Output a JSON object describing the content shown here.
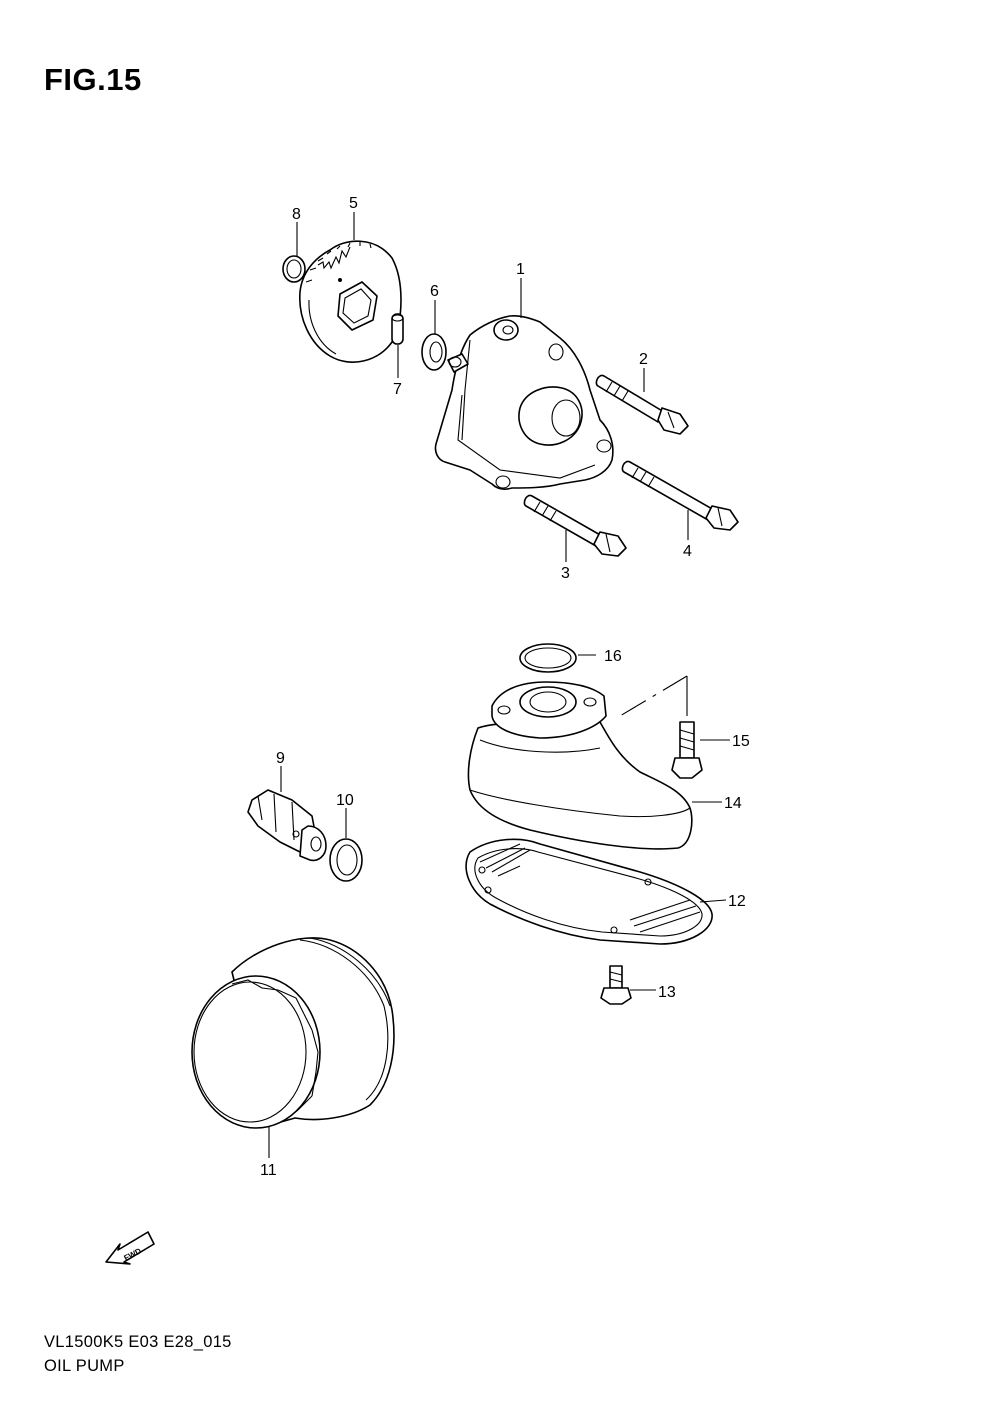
{
  "figure": {
    "title": "FIG.15"
  },
  "callouts": [
    {
      "id": "1",
      "text": "1"
    },
    {
      "id": "2",
      "text": "2"
    },
    {
      "id": "3",
      "text": "3"
    },
    {
      "id": "4",
      "text": "4"
    },
    {
      "id": "5",
      "text": "5"
    },
    {
      "id": "6",
      "text": "6"
    },
    {
      "id": "7",
      "text": "7"
    },
    {
      "id": "8",
      "text": "8"
    },
    {
      "id": "9",
      "text": "9"
    },
    {
      "id": "10",
      "text": "10"
    },
    {
      "id": "11",
      "text": "11"
    },
    {
      "id": "12",
      "text": "12"
    },
    {
      "id": "13",
      "text": "13"
    },
    {
      "id": "14",
      "text": "14"
    },
    {
      "id": "15",
      "text": "15"
    },
    {
      "id": "16",
      "text": "16"
    }
  ],
  "direction_marker": {
    "text": "FWD"
  },
  "footer": {
    "code": "VL1500K5 E03 E28_015",
    "name": "OIL PUMP"
  }
}
